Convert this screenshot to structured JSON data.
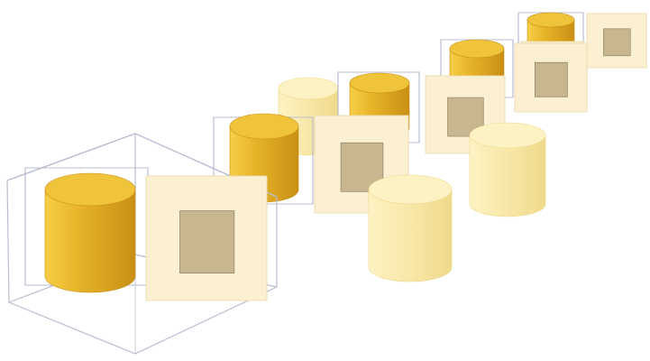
{
  "colors": {
    "background": "#ffffff",
    "cylinder_solid_light": "#f6cf47",
    "cylinder_solid_mid": "#e8b52a",
    "cylinder_solid_dark": "#c98f14",
    "cylinder_solid_top": "#f0c43a",
    "cylinder_pale_light": "#fdf2c3",
    "cylinder_pale_mid": "#f8e7a8",
    "cylinder_pale_dark": "#efd98a",
    "cube_face_front": "#fbf0d2",
    "cube_face_side": "#f5e6bf",
    "cube_face_top": "#fdf6e3",
    "cube_edge": "#e9d8a8",
    "notch_front": "#c8b78e",
    "notch_back": "#a0906a",
    "notch_floor": "#dccba0",
    "wire": "#b9bcd2"
  },
  "rows": [
    {
      "id": "row-1",
      "objects": [
        "wire-box-large",
        "solid-cylinder",
        "notched-cube"
      ]
    },
    {
      "id": "row-2",
      "objects": [
        "wire-box",
        "solid-cylinder",
        "pale-cylinder",
        "notched-cube",
        "pale-cylinder"
      ]
    },
    {
      "id": "row-3",
      "objects": [
        "wire-box",
        "solid-cylinder",
        "notched-cube",
        "pale-cylinder"
      ]
    },
    {
      "id": "row-4",
      "objects": [
        "wire-box",
        "solid-cylinder",
        "notched-cube"
      ]
    },
    {
      "id": "row-5",
      "objects": [
        "wire-box",
        "solid-cylinder",
        "notched-cube",
        "notched-cube"
      ]
    }
  ]
}
